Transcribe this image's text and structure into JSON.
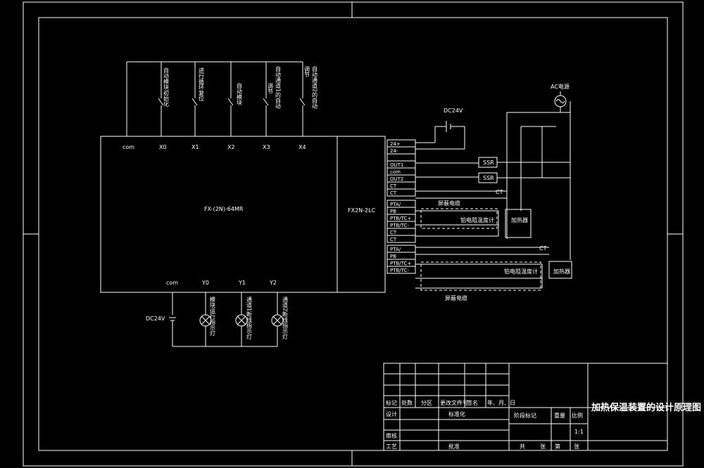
{
  "inputs": {
    "com": "com",
    "x0": "X0",
    "x1": "X1",
    "x2": "X2",
    "x3": "X3",
    "x4": "X4",
    "sw1": "自动模块初始化",
    "sw2": "进行循环复位",
    "sw3": "自动模块",
    "sw4a": "调节",
    "sw4b": "自动通道1的自动",
    "sw5a": "调节",
    "sw5b": "自动通道2的自动"
  },
  "plc": {
    "name": "FX-(2N)-64MR",
    "module": "FX2N-2LC"
  },
  "outputs": {
    "com": "com",
    "y0": "Y0",
    "y1": "Y1",
    "y2": "Y2",
    "dc24v": "DC24V",
    "l1": "模块运行指示灯",
    "l2": "通道1断线指示灯",
    "l3": "通道2断线指示灯"
  },
  "terminals": [
    "24+",
    "24-",
    "",
    "OUT1",
    "com",
    "OUT2",
    "CT",
    "CT",
    "PTA/",
    "PB",
    "PTB/TC+",
    "PTB/TC-",
    "CT",
    "CT",
    "PTA/",
    "PB",
    "PTB/TC+",
    "PTB/TC-"
  ],
  "right": {
    "dc24v": "DC24V",
    "ac": "AC电源",
    "ssr1": "SSR",
    "ssr2": "SSR",
    "ct1": "CT",
    "ct2": "CT",
    "shield1": "屏蔽电缆",
    "shield2": "屏蔽电缆",
    "rtd1": "铂电阻温度计",
    "rtd2": "铂电阻温度计",
    "heater1": "加热器",
    "heater2": "加热器"
  },
  "title_block": {
    "title": "加热保温装置的设计原理图",
    "r1": [
      "标记",
      "处数",
      "分区",
      "更改文件号",
      "签名",
      "年、月、日"
    ],
    "design": "设计",
    "std": "标准化",
    "stage": "阶段标记",
    "weight": "重量",
    "scale_label": "比例",
    "scale": "1:1",
    "review": "审核",
    "process": "工艺",
    "approve": "批准",
    "total": "共",
    "sheets": "张",
    "page": "第",
    "page2": "张"
  }
}
